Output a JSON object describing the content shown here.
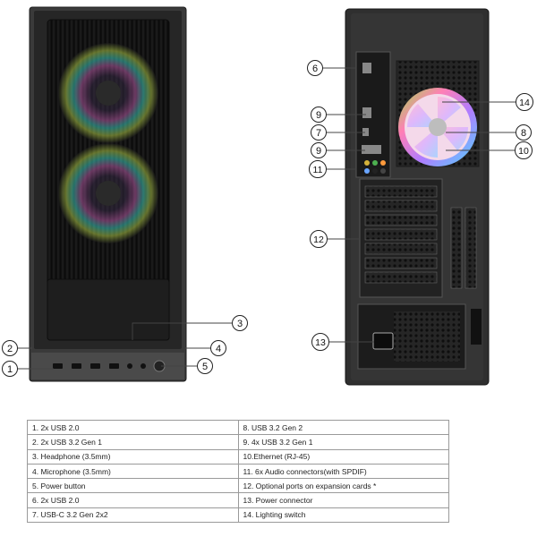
{
  "callouts": [
    {
      "num": "1"
    },
    {
      "num": "2"
    },
    {
      "num": "3"
    },
    {
      "num": "4"
    },
    {
      "num": "5"
    },
    {
      "num": "6"
    },
    {
      "num": "7"
    },
    {
      "num": "8"
    },
    {
      "num": "9"
    },
    {
      "num": "10"
    },
    {
      "num": "11"
    },
    {
      "num": "12"
    },
    {
      "num": "13"
    },
    {
      "num": "14"
    }
  ],
  "legend": {
    "rows": [
      {
        "left": "1.  2x USB 2.0",
        "right": "8.  USB 3.2 Gen 2"
      },
      {
        "left": "2.  2x USB 3.2 Gen 1",
        "right": "9.  4x USB 3.2 Gen 1"
      },
      {
        "left": "3.  Headphone (3.5mm)",
        "right": "10.Ethernet (RJ-45)"
      },
      {
        "left": "4.  Microphone (3.5mm)",
        "right": "11.  6x Audio connectors(with SPDIF)"
      },
      {
        "left": "5.  Power button",
        "right": "12. Optional ports on expansion cards *"
      },
      {
        "left": "6.  2x USB 2.0",
        "right": "13. Power connector"
      },
      {
        "left": "7.  USB-C 3.2 Gen 2x2",
        "right": "14. Lighting switch"
      }
    ]
  }
}
